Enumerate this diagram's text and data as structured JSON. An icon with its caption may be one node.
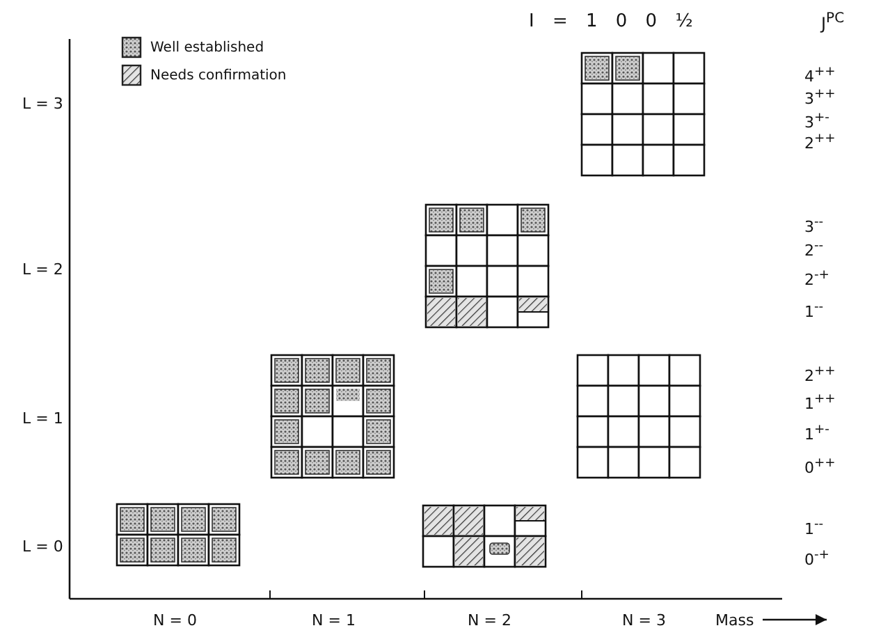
{
  "diagram": {
    "labels": [
      "I = 1 0 0 ½",
      "J$^{PC}$",
      "L = 3",
      "4$^{++}$",
      "3$^{++}$",
      "3$^{+-}$",
      "2$^{++}$",
      "L = 2",
      "3$^{--}$",
      "2$^{--}$",
      "2$^{-+}$",
      "1$^{--}$",
      "L = 1",
      "2$^{++}$",
      "1$^{++}$",
      "1$^{+-}$",
      "0$^{++}$",
      "L = 0",
      "1$^{--}$",
      "0$^{-+}$",
      "N = 0",
      "N = 1",
      "N = 2",
      "N = 3",
      "Mass"
    ],
    "legend": [
      {
        "text": "Well established"
      },
      {
        "text": "Needs confirmation"
      }
    ]
  }
}
